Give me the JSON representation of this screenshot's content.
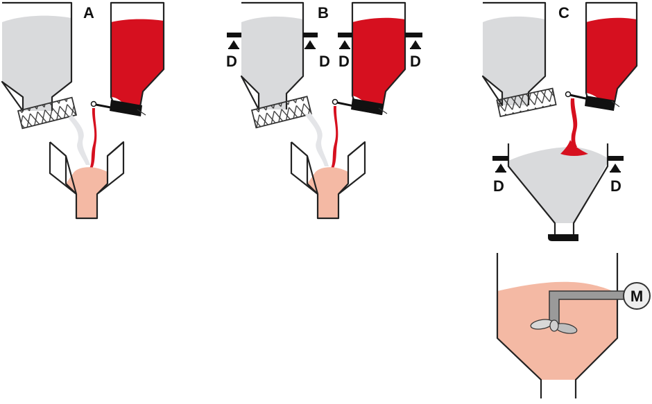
{
  "diagram": {
    "panels": [
      {
        "label": "A"
      },
      {
        "label": "B"
      },
      {
        "label": "C"
      }
    ],
    "load_cell_label": "D",
    "motor_label": "M",
    "colors": {
      "powder_grey": "#d9dadc",
      "powder_grey_stream": "#e4e5e8",
      "pigment_red": "#d6101f",
      "mix_salmon": "#f4b9a4",
      "outline": "#222222",
      "scale_bar": "#111111",
      "stirrer": "#9a9a9a",
      "motor": "#eeeeee"
    }
  }
}
